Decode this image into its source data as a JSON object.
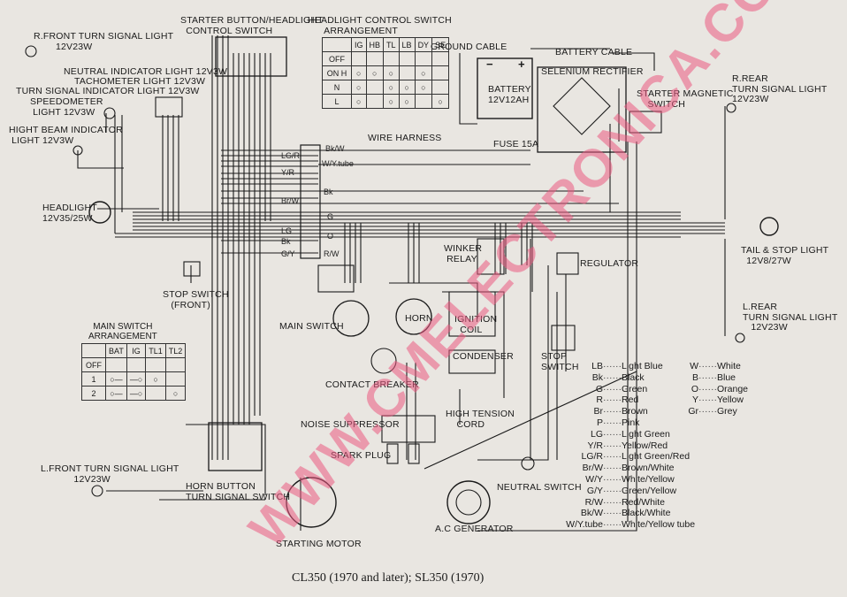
{
  "labels": {
    "r_front_turn": "R.FRONT TURN SIGNAL LIGHT\n        12V23W",
    "starter_button": "STARTER BUTTON/HEADLIGHT\n  CONTROL SWITCH",
    "headlight_control": "HEADLIGHT CONTROL SWITCH\n      ARRANGEMENT",
    "neutral_indicator": "NEUTRAL INDICATOR LIGHT 12V3W",
    "tachometer": "TACHOMETER LIGHT 12V3W",
    "turn_indicator": "TURN SIGNAL INDICATOR LIGHT 12V3W",
    "speedometer": "SPEEDOMETER\n LIGHT 12V3W",
    "high_beam": "HIGHT BEAM INDICATOR\n LIGHT 12V3W",
    "headlight": "HEADLIGHT\n12V35/25W",
    "wire_harness": "WIRE HARNESS",
    "ground_cable": "GROUND CABLE",
    "battery_cable": "BATTERY CABLE",
    "battery": "BATTERY\n12V12AH",
    "selenium": "SELENIUM RECTIFIER",
    "fuse": "FUSE 15A",
    "starter_magnetic": "STARTER MAGNETIC\n    SWITCH",
    "r_rear_turn": "R.REAR\nTURN SIGNAL LIGHT\n12V23W",
    "tail_stop": "TAIL & STOP LIGHT\n  12V8/27W",
    "l_rear_turn": "L.REAR\nTURN SIGNAL LIGHT\n   12V23W",
    "stop_switch_front": "STOP SWITCH\n   (FRONT)",
    "winker_relay": "WINKER\n RELAY",
    "regulator": "REGULATOR",
    "main_switch": "MAIN SWITCH",
    "horn": "HORN",
    "ignition_coil": "IGNITION\n  COIL",
    "condenser": "CONDENSER",
    "contact_breaker": "CONTACT BREAKER",
    "stop_switch": "STOP\nSWITCH",
    "noise_suppressor": "NOISE SUPPRESSOR",
    "high_tension": "HIGH TENSION\n    CORD",
    "spark_plug": "SPARK PLUG",
    "l_front_turn": "L.FRONT TURN SIGNAL LIGHT\n            12V23W",
    "horn_button": "HORN BUTTON\nTURN SIGNAL SWITCH",
    "neutral_switch": "NEUTRAL SWITCH",
    "starting_motor": "STARTING MOTOR",
    "ac_generator": "A.C GENERATOR",
    "main_switch_arr": "MAIN SWITCH\nARRANGEMENT"
  },
  "caption": "CL350 (1970 and later); SL350 (1970)",
  "watermark": "WWW.CMELECTRONICA.COM.AR",
  "headlight_table": {
    "headers": [
      "",
      "IG",
      "HB",
      "TL",
      "LB",
      "DY",
      "SE"
    ],
    "rows": [
      {
        "label": "OFF",
        "sub": ""
      },
      {
        "label": "ON",
        "sub": "H"
      },
      {
        "label": "",
        "sub": "N"
      },
      {
        "label": "",
        "sub": "L"
      }
    ]
  },
  "main_switch_table": {
    "headers": [
      "",
      "BAT",
      "IG",
      "TL1",
      "TL2"
    ],
    "rows": [
      "OFF",
      "1",
      "2"
    ]
  },
  "color_legend_left": [
    {
      "code": "LB",
      "name": "Light Blue"
    },
    {
      "code": "Bk",
      "name": "Black"
    },
    {
      "code": "G",
      "name": "Green"
    },
    {
      "code": "R",
      "name": "Red"
    },
    {
      "code": "Br",
      "name": "Brown"
    },
    {
      "code": "P",
      "name": "Pink"
    },
    {
      "code": "LG",
      "name": "Light Green"
    },
    {
      "code": "Y/R",
      "name": "Yellow/Red"
    },
    {
      "code": "LG/R",
      "name": "Light Green/Red"
    },
    {
      "code": "Br/W",
      "name": "Brown/White"
    },
    {
      "code": "W/Y",
      "name": "White/Yellow"
    },
    {
      "code": "G/Y",
      "name": "Green/Yellow"
    },
    {
      "code": "R/W",
      "name": "Red/White"
    },
    {
      "code": "Bk/W",
      "name": "Black/White"
    },
    {
      "code": "W/Y.tube",
      "name": "White/Yellow tube"
    }
  ],
  "color_legend_right": [
    {
      "code": "W",
      "name": "White"
    },
    {
      "code": "B",
      "name": "Blue"
    },
    {
      "code": "O",
      "name": "Orange"
    },
    {
      "code": "Y",
      "name": "Yellow"
    },
    {
      "code": "Gr",
      "name": "Grey"
    }
  ],
  "harness_wire_codes": [
    "Bk/W",
    "LG/R",
    "W/Y.tube",
    "Y/R",
    "Bk",
    "Br/W",
    "G",
    "LG",
    "O",
    "Bk",
    "G/Y",
    "R/W"
  ],
  "colors": {
    "ink": "#1a1a1a",
    "paper": "#e9e6e1",
    "watermark": "#eb5a82"
  }
}
